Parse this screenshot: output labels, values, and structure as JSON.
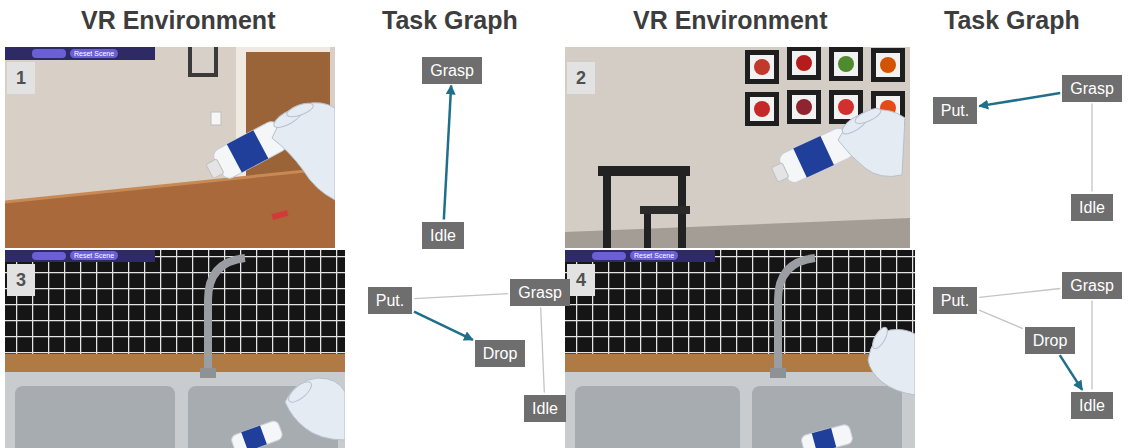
{
  "diagram": {
    "nodes": [
      {
        "text": [
          "Grasp"
        ]
      },
      {
        "text": [
          "Idle"
        ]
      },
      {
        "text": [
          "Put."
        ]
      },
      {
        "text": [
          "Grasp"
        ]
      },
      {
        "text": [
          "Idle"
        ]
      },
      {
        "text": [
          "Put."
        ]
      },
      {
        "text": [
          "Grasp"
        ]
      },
      {
        "text": [
          "Drop"
        ]
      },
      {
        "text": [
          "Idle"
        ]
      },
      {
        "text": [
          "Put."
        ]
      },
      {
        "text": [
          "Grasp"
        ]
      },
      {
        "text": [
          "Drop"
        ]
      },
      {
        "text": [
          "Idle"
        ]
      }
    ],
    "edges": [
      {
        "from": 1,
        "to": 0,
        "arrow": "to"
      },
      {
        "from": 4,
        "to": 3,
        "arrow": "none"
      },
      {
        "from": 3,
        "to": 2,
        "arrow": "to"
      },
      {
        "from": 8,
        "to": 6,
        "arrow": "none"
      },
      {
        "from": 6,
        "to": 5,
        "arrow": "none"
      },
      {
        "from": 5,
        "to": 7,
        "arrow": "to"
      },
      {
        "from": 12,
        "to": 10,
        "arrow": "none"
      },
      {
        "from": 10,
        "to": 9,
        "arrow": "none"
      },
      {
        "from": 9,
        "to": 11,
        "arrow": "none"
      },
      {
        "from": 11,
        "to": 12,
        "arrow": "to"
      }
    ],
    "labels": [
      "VR Environment",
      "Task Graph",
      "VR Environment",
      "Task Graph",
      "1",
      "2",
      "3",
      "4",
      "Reset Scene",
      "Reset Scene",
      "Reset Scene"
    ]
  }
}
